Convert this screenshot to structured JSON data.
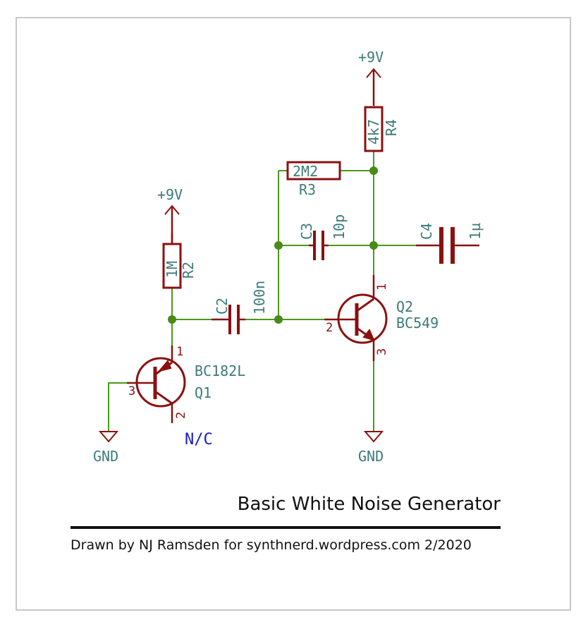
{
  "title": "Basic White Noise Generator",
  "credit": "Drawn by NJ Ramsden for synthnerd.wordpress.com 2/2020",
  "colors": {
    "wire": "#4a9a1a",
    "junction": "#4a8a1a",
    "component": "#8b1010",
    "label": "#3d7a7a",
    "note": "#1a1ac0"
  },
  "power": {
    "vcc_left": "+9V",
    "vcc_top": "+9V",
    "gnd_left": "GND",
    "gnd_right": "GND"
  },
  "components": {
    "r2": {
      "ref": "R2",
      "value": "1M"
    },
    "r3": {
      "ref": "R3",
      "value": "2M2"
    },
    "r4": {
      "ref": "R4",
      "value": "4k7"
    },
    "c2": {
      "ref": "C2",
      "value": "100n"
    },
    "c3": {
      "ref": "C3",
      "value": "10p"
    },
    "c4": {
      "ref": "C4",
      "value": "1µ"
    },
    "q1": {
      "ref": "Q1",
      "value": "BC182L",
      "pins": [
        "1",
        "2",
        "3"
      ]
    },
    "q2": {
      "ref": "Q2",
      "value": "BC549",
      "pins": [
        "1",
        "2",
        "3"
      ]
    }
  },
  "notes": {
    "nc": "N/C"
  }
}
